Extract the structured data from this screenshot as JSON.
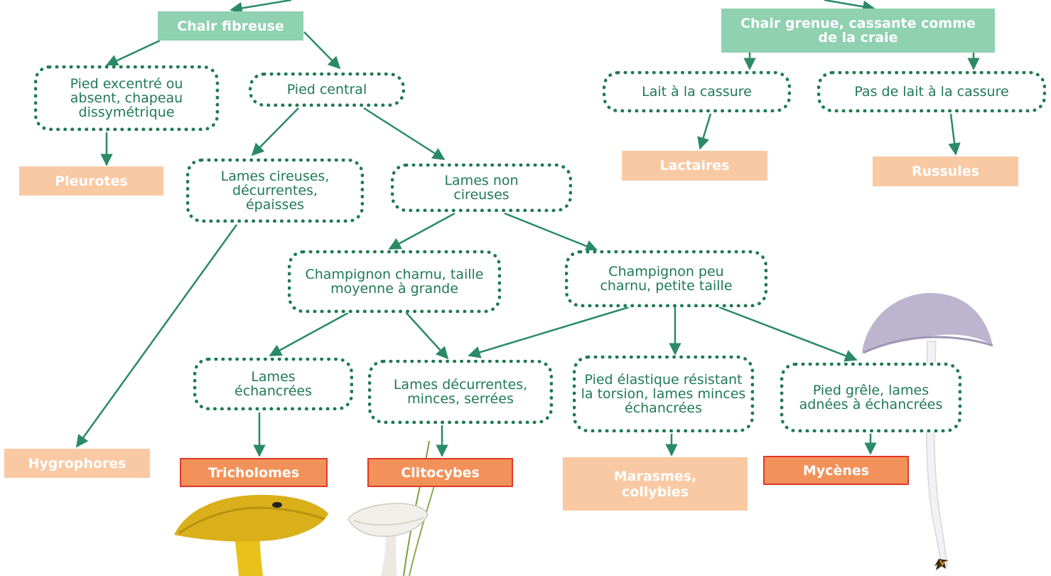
{
  "colors": {
    "arrow": "#2a8a66",
    "category_fill": "#8fd1b0",
    "criterion_border": "#1e7a54",
    "genus_light": "#f9c9a3",
    "genus_highlight": "#f2925a",
    "highlight_border": "#e03a2a"
  },
  "categories": {
    "chair_fibreuse": "Chair fibreuse",
    "chair_grenue": "Chair grenue, cassante comme de la craie"
  },
  "criteria": {
    "pied_excentre": "Pied excentré ou absent, chapeau dissymétrique",
    "pied_central": "Pied central",
    "lames_cireuses": "Lames cireuses, décurrentes, épaisses",
    "lames_non_cireuses": "Lames non cireuses",
    "champignon_charnu": "Champignon charnu, taille moyenne à grande",
    "champignon_peu_charnu": "Champignon peu charnu, petite taille",
    "lames_echancrees": "Lames échancrées",
    "lames_decurrentes": "Lames décurrentes, minces, serrées",
    "pied_elastique": "Pied élastique résistant la torsion, lames minces échancrées",
    "pied_grele": "Pied grêle, lames adnées à échancrées",
    "lait": "Lait à la cassure",
    "pas_de_lait": "Pas de lait à la cassure"
  },
  "genera": {
    "pleurotes": "Pleurotes",
    "hygrophores": "Hygrophores",
    "tricholomes": "Tricholomes",
    "clitocybes": "Clitocybes",
    "marasmes": "Marasmes, collybies",
    "mycenes": "Mycènes",
    "lactaires": "Lactaires",
    "russules": "Russules"
  },
  "illustrations": [
    "yellow-tricholoma-illustration",
    "white-clitocybe-illustration",
    "pale-mycena-illustration"
  ]
}
